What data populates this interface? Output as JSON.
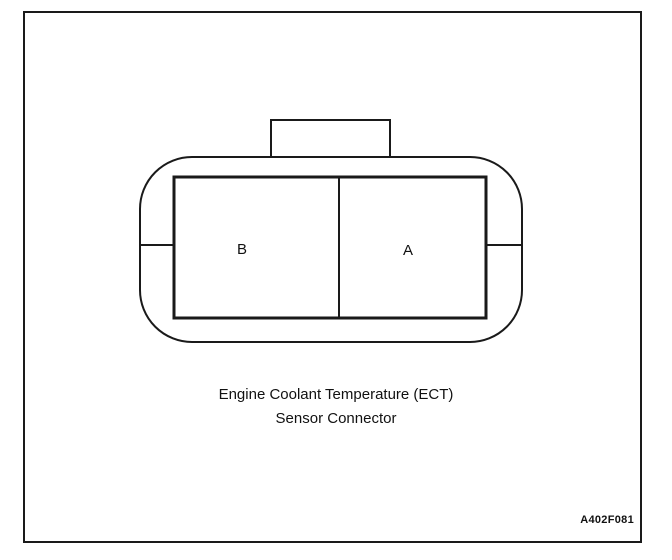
{
  "caption": {
    "line1": "Engine Coolant Temperature (ECT)",
    "line2": "Sensor Connector"
  },
  "pins": {
    "left": "B",
    "right": "A"
  },
  "figure_code": "A402F081"
}
